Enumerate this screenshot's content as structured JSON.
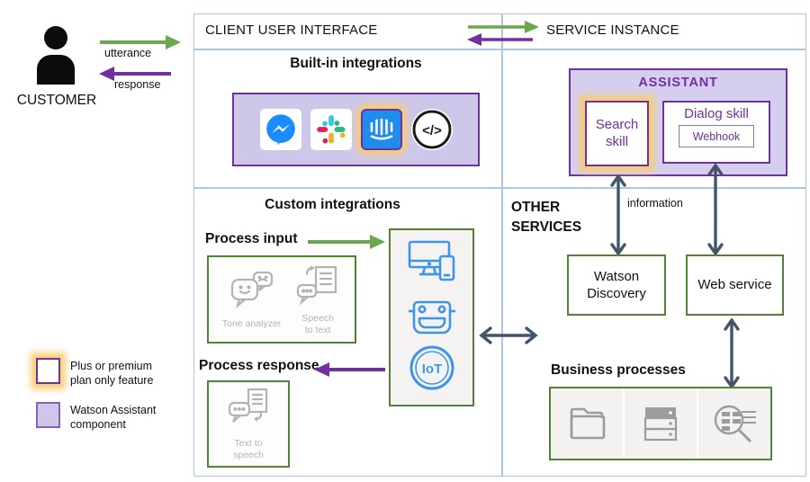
{
  "customer": {
    "label": "CUSTOMER",
    "utterance_label": "utterance",
    "response_label": "response"
  },
  "headers": {
    "client": "CLIENT USER INTERFACE",
    "service": "SERVICE INSTANCE"
  },
  "built_in_integrations": {
    "title": "Built-in integrations",
    "icons": [
      "facebook-messenger",
      "slack",
      "intercom (highlighted premium)",
      "custom-code"
    ]
  },
  "assistant": {
    "title": "ASSISTANT",
    "search_skill": "Search skill",
    "dialog_skill": "Dialog skill",
    "webhook": "Webhook"
  },
  "custom_integrations": {
    "title": "Custom integrations",
    "process_input": "Process input",
    "process_response": "Process response",
    "tone_analyzer": "Tone analyzer",
    "speech_to_text": "Speech\nto text",
    "text_to_speech": "Text to\nspeech",
    "iot_label": "IoT",
    "code_glyph": "</>"
  },
  "other_services": {
    "title": "OTHER SERVICES",
    "information_label": "information",
    "watson_discovery": "Watson Discovery",
    "web_service": "Web service",
    "business_processes": "Business processes",
    "business_icons": [
      "folder",
      "server",
      "data-search"
    ]
  },
  "legend": {
    "plus_feature": "Plus or premium plan only feature",
    "watson_component": "Watson Assistant component"
  },
  "colors": {
    "purple": "#7030A0",
    "lavender_fill": "#CFC7EA",
    "green_box_border": "#538135",
    "green_arrow": "#6AA84F",
    "purple_arrow": "#7030A0",
    "slate_arrow": "#44546A",
    "frame_blue": "#A9C7E8",
    "highlight_glow": "#F7CE6E",
    "icon_blue": "#3E95E8",
    "icon_gray": "#ABABAB"
  }
}
